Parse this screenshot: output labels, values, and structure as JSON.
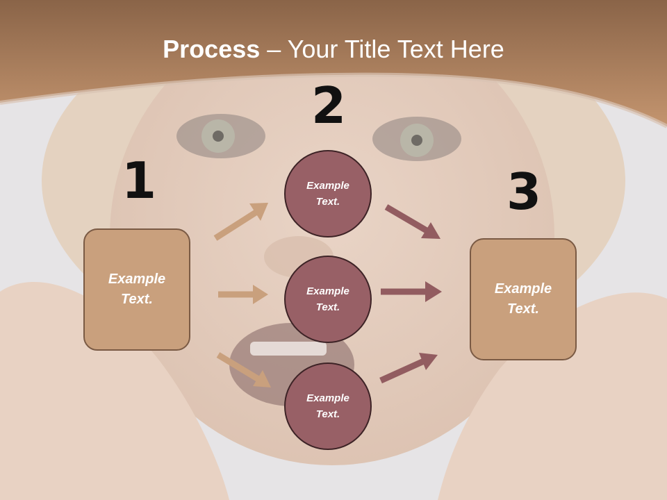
{
  "slide": {
    "title_bold": "Process",
    "title_rest": " – Your Title Text Here"
  },
  "steps": {
    "one": {
      "number": "1",
      "text": "Example\nText."
    },
    "two": {
      "number": "2"
    },
    "three": {
      "number": "3",
      "text": "Example\nText."
    }
  },
  "circles": [
    {
      "text": "Example\nText."
    },
    {
      "text": "Example\nText."
    },
    {
      "text": "Example\nText."
    }
  ],
  "colors": {
    "header": "#b98a66",
    "box_fill": "#c9a07d",
    "circle_fill": "#986066",
    "arrow_light": "#c9a07d",
    "arrow_dark": "#925c60"
  }
}
